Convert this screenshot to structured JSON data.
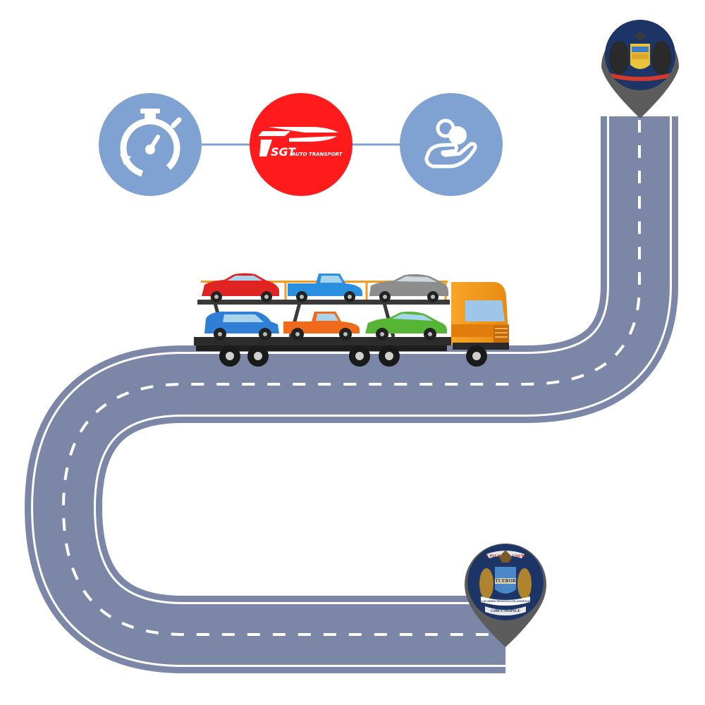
{
  "brand": {
    "name": "SGT",
    "tagline": "AUTO TRANSPORT",
    "color": "#ff1b1b"
  },
  "feature_icons": [
    {
      "icon": "stopwatch-icon",
      "color": "#7fa2d2"
    },
    {
      "icon": "brand-logo",
      "color": "#ff1b1b"
    },
    {
      "icon": "hand-coins-icon",
      "color": "#7fa2d2"
    }
  ],
  "road": {
    "color": "#7c86a7",
    "edge_color": "#ffffff",
    "dash_color": "#ffffff"
  },
  "truck": {
    "cab_color": "#f59a1c",
    "cars_top": [
      {
        "color": "#e02424"
      },
      {
        "color": "#2b8fe0"
      },
      {
        "color": "#8d8d8d"
      }
    ],
    "cars_bottom": [
      {
        "color": "#2f7fd6"
      },
      {
        "color": "#ef6a1a"
      },
      {
        "color": "#56b534"
      }
    ]
  },
  "pins": {
    "destination": {
      "name": "pennsylvania-seal-pin",
      "color": "#1c3466"
    },
    "origin": {
      "name": "michigan-seal-pin",
      "color": "#1c3466",
      "banner_top": "E PLURIBUS UNUM",
      "shield_word": "TUEBOR",
      "ribbon_text": "SI QUAERIS PENINSULAM AMOENAM",
      "bottom_word": "CIRCUMSPICE"
    }
  }
}
